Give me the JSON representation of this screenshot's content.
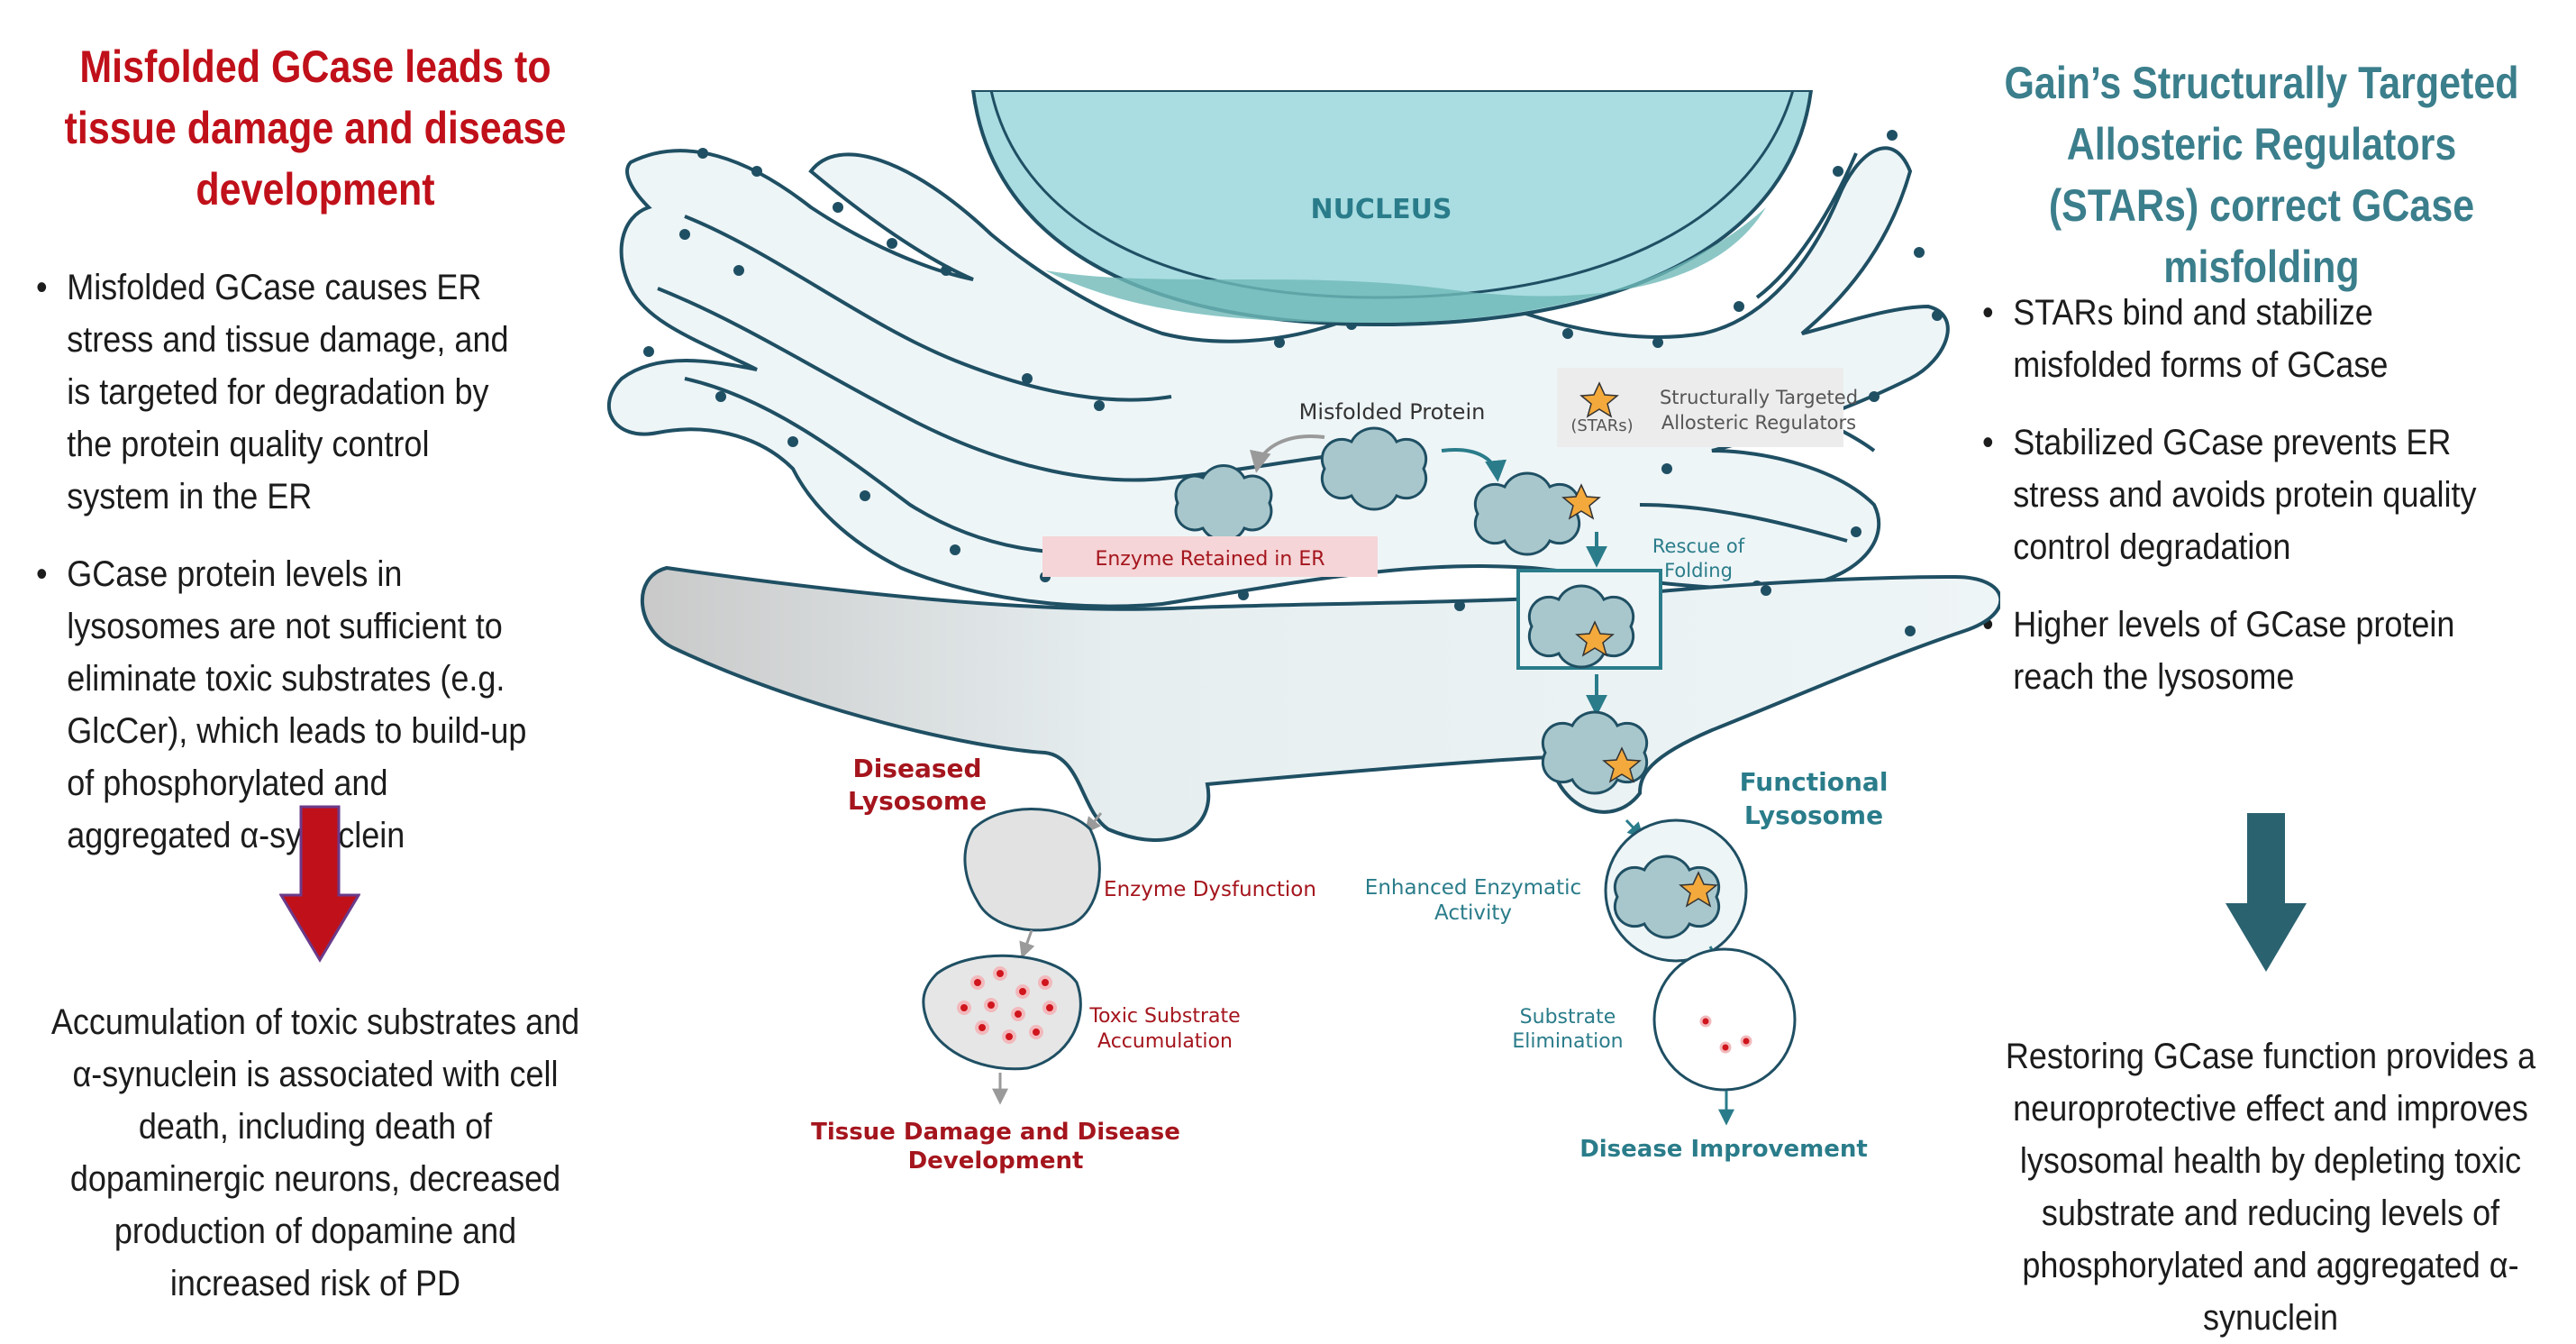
{
  "left": {
    "title": "Misfolded GCase leads to tissue damage and disease development",
    "bullets": [
      "Misfolded GCase causes ER stress and tissue damage, and is targeted for degradation by the protein quality control system in the ER",
      "GCase protein levels in lysosomes are not sufficient to eliminate toxic substrates (e.g. GlcCer), which leads to build-up of phosphorylated and aggregated α-synuclein"
    ],
    "conclusion": "Accumulation of toxic substrates and α-synuclein is associated with cell death, including death of dopaminergic neurons, decreased production of dopamine and increased risk of PD",
    "arrow_color": "#c0101a"
  },
  "right": {
    "title": "Gain’s Structurally Targeted Allosteric Regulators (STARs) correct GCase misfolding",
    "bullets": [
      "STARs bind and stabilize misfolded forms of GCase",
      "Stabilized GCase prevents ER stress and avoids protein quality control degradation",
      "Higher levels of GCase protein reach the lysosome"
    ],
    "conclusion": "Restoring GCase function provides a neuroprotective effect and improves lysosomal health by depleting toxic substrate and reducing levels of phosphorylated and aggregated α-synuclein",
    "arrow_color": "#2a6270"
  },
  "diagram": {
    "nucleus": "NUCLEUS",
    "misfolded_protein": "Misfolded Protein",
    "legend_star_sub": "(STARs)",
    "legend_line1": "Structurally Targeted",
    "legend_line2": "Allosteric Regulators",
    "enzyme_retained": "Enzyme Retained in ER",
    "rescue_line1": "Rescue of",
    "rescue_line2": "Folding",
    "diseased_line1": "Diseased",
    "diseased_line2": "Lysosome",
    "functional_line1": "Functional",
    "functional_line2": "Lysosome",
    "enzyme_dysfunction": "Enzyme Dysfunction",
    "enhanced_line1": "Enhanced Enzymatic",
    "enhanced_line2": "Activity",
    "toxic_line1": "Toxic Substrate",
    "toxic_line2": "Accumulation",
    "substrate_line1": "Substrate",
    "substrate_line2": "Elimination",
    "tissue_line1": "Tissue Damage and Disease",
    "tissue_line2": "Development",
    "disease_improvement": "Disease Improvement",
    "colors": {
      "teal": "#2a7c8a",
      "dark_red": "#a5151d",
      "er_fill": "#eef5f7",
      "er_stroke": "#1f4f63",
      "nucleus": "#a9dde2",
      "star": "#f3a93b"
    }
  }
}
